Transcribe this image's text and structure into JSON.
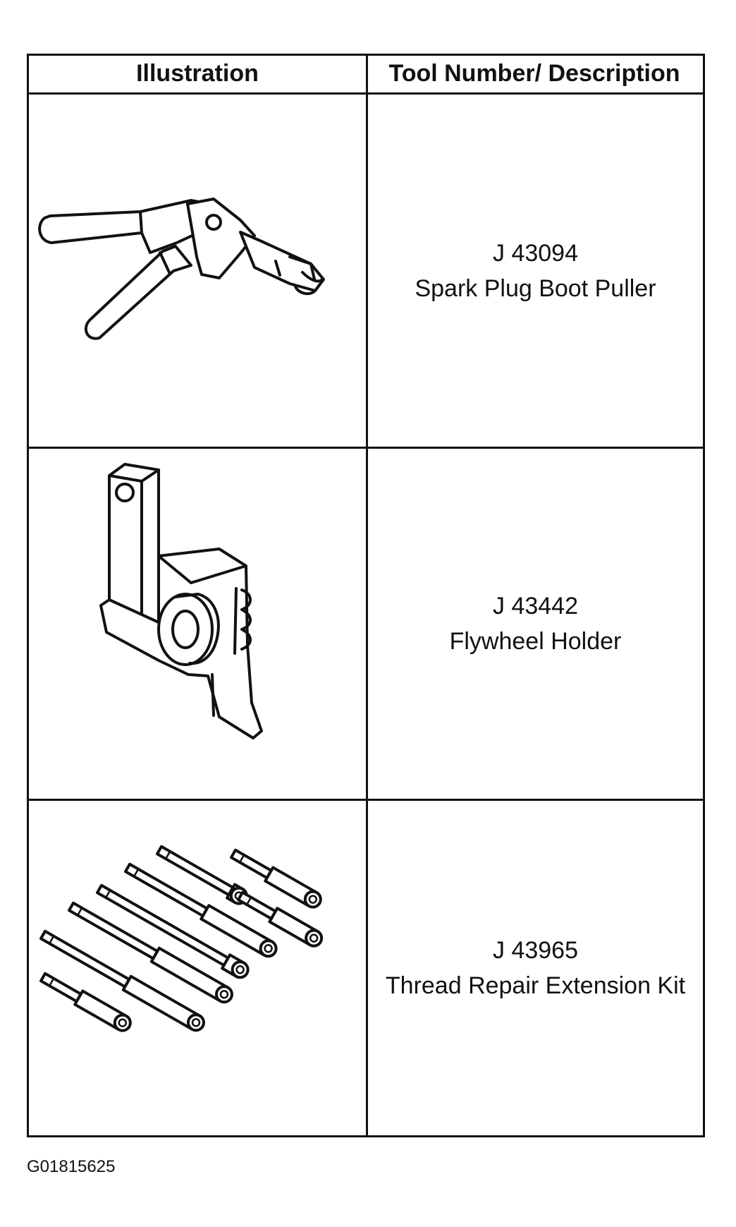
{
  "table": {
    "headers": {
      "illustration": "Illustration",
      "description": "Tool Number/ Description"
    },
    "rows": [
      {
        "tool_number": "J 43094",
        "description": "Spark Plug Boot Puller",
        "illustration_icon": "spark-plug-boot-puller-icon"
      },
      {
        "tool_number": "J 43442",
        "description": "Flywheel Holder",
        "illustration_icon": "flywheel-holder-icon"
      },
      {
        "tool_number": "J 43965",
        "description": "Thread Repair Extension Kit",
        "illustration_icon": "thread-repair-extension-kit-icon"
      }
    ]
  },
  "figure_id": "G01815625"
}
